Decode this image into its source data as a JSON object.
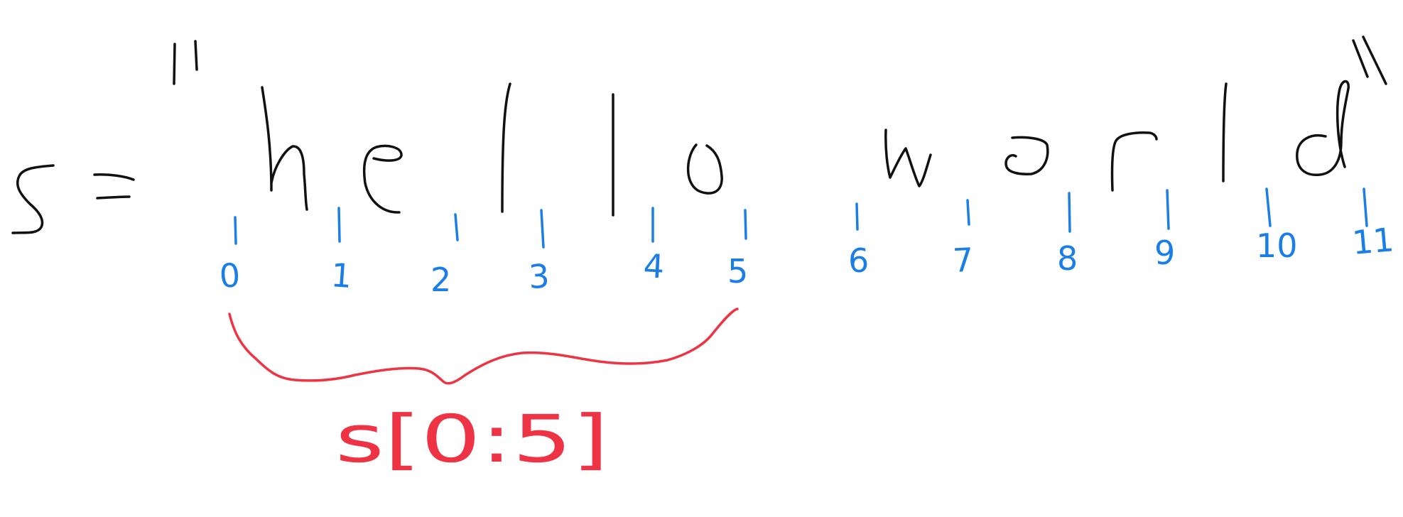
{
  "expression": {
    "variable": "s",
    "equals": "=",
    "open_quote": "\"",
    "close_quote": "\"",
    "characters": [
      "h",
      "e",
      "l",
      "l",
      "o",
      "w",
      "o",
      "r",
      "l",
      "d"
    ]
  },
  "indices": [
    "0",
    "1",
    "2",
    "3",
    "4",
    "5",
    "6",
    "7",
    "8",
    "9",
    "10",
    "11"
  ],
  "slice": {
    "label": "s[0:5]",
    "start": 0,
    "end": 5
  },
  "colors": {
    "string_ink": "#111111",
    "index_ink": "#1a7ee6",
    "slice_ink": "#ee3344",
    "background": "#ffffff"
  }
}
